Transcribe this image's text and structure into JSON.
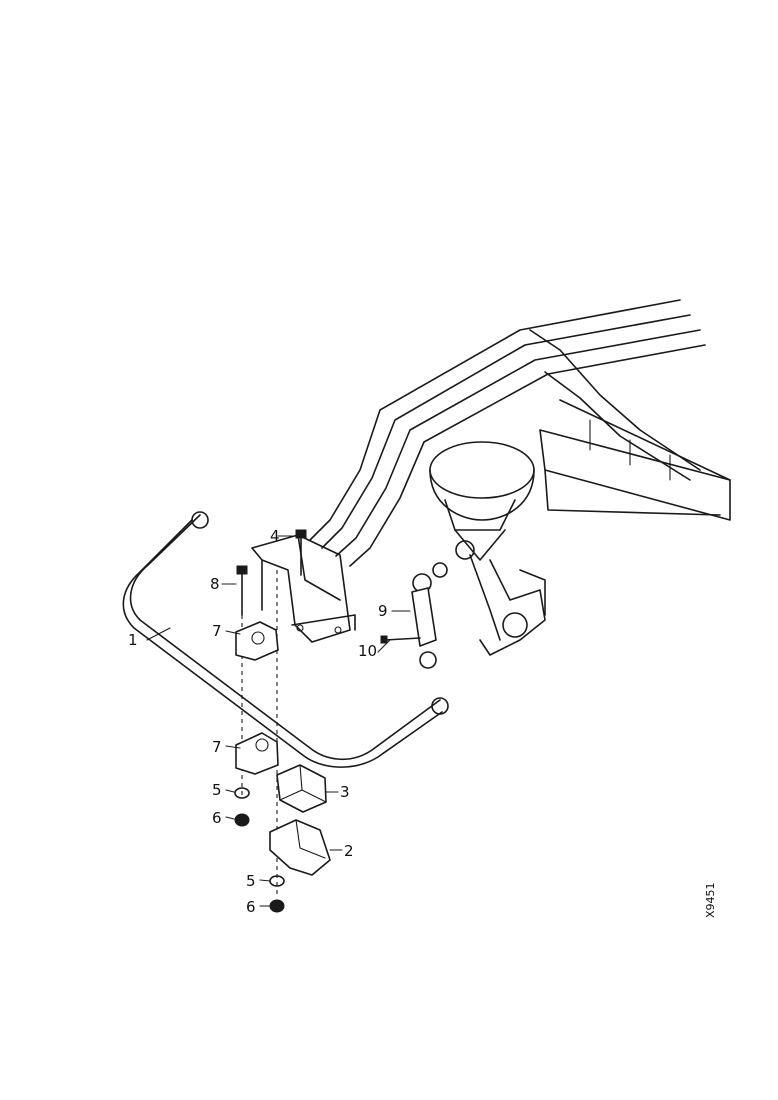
{
  "drawing_code": "X9451",
  "callouts": [
    {
      "id": "c1",
      "text": "1"
    },
    {
      "id": "c2",
      "text": "2"
    },
    {
      "id": "c3",
      "text": "3"
    },
    {
      "id": "c4",
      "text": "4"
    },
    {
      "id": "c5a",
      "text": "5"
    },
    {
      "id": "c5b",
      "text": "5"
    },
    {
      "id": "c6a",
      "text": "6"
    },
    {
      "id": "c6b",
      "text": "6"
    },
    {
      "id": "c7a",
      "text": "7"
    },
    {
      "id": "c7b",
      "text": "7"
    },
    {
      "id": "c8",
      "text": "8"
    },
    {
      "id": "c9",
      "text": "9"
    },
    {
      "id": "c10",
      "text": "10"
    }
  ]
}
